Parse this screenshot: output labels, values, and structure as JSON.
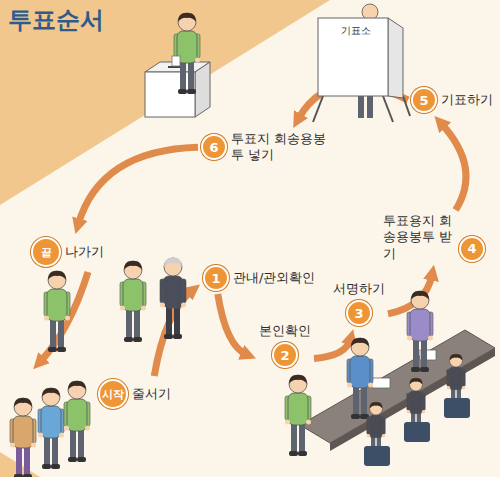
{
  "diagram": {
    "title": "투표순서",
    "nodes": [
      {
        "text": [
          "시작",
          "줄서기"
        ]
      },
      {
        "text": [
          "1",
          "관내/관외확인"
        ]
      },
      {
        "text": [
          "2",
          "본인확인"
        ]
      },
      {
        "text": [
          "3",
          "서명하기"
        ]
      },
      {
        "text": [
          "4",
          "투표용지 회송용봉투 받기"
        ]
      },
      {
        "text": [
          "5",
          "기표하기"
        ]
      },
      {
        "text": [
          "6",
          "투표지 회송용봉투 넣기"
        ]
      },
      {
        "text": [
          "끝",
          "나가기"
        ]
      }
    ],
    "edges": [
      {
        "from": 0,
        "to": 1,
        "arrow": "to"
      },
      {
        "from": 1,
        "to": 2,
        "arrow": "to"
      },
      {
        "from": 2,
        "to": 3,
        "arrow": "to"
      },
      {
        "from": 3,
        "to": 4,
        "arrow": "to"
      },
      {
        "from": 4,
        "to": 5,
        "arrow": "to"
      },
      {
        "from": 5,
        "to": 6,
        "arrow": "to"
      },
      {
        "from": 6,
        "to": 7,
        "arrow": "to"
      }
    ],
    "labels": [
      "기표소"
    ]
  }
}
